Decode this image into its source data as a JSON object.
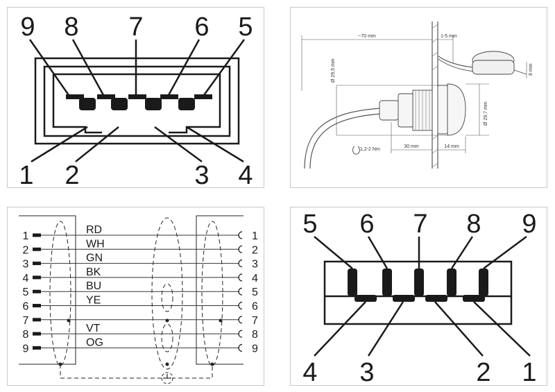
{
  "usb_a_top": {
    "top_labels": [
      "9",
      "8",
      "7",
      "6",
      "5"
    ],
    "bottom_labels": [
      "1",
      "2",
      "3",
      "4"
    ]
  },
  "mount_drawing": {
    "dims": {
      "len": "~70 mm",
      "gap": "1-5 mm",
      "dia_a": "Ø 29,5 mm",
      "dia_b": "Ø 29,7 mm",
      "torque": "1,2-2 Nm",
      "d30": "30 mm",
      "d14": "14 mm",
      "d8": "8 mm"
    }
  },
  "cable_wiring": {
    "left_pins": [
      "1",
      "2",
      "3",
      "4",
      "5",
      "6",
      "7",
      "8",
      "9"
    ],
    "right_pins": [
      "1",
      "2",
      "3",
      "4",
      "5",
      "6",
      "7",
      "8",
      "9"
    ],
    "wire_colors": [
      "RD",
      "WH",
      "GN",
      "BK",
      "BU",
      "YE",
      "",
      "VT",
      "OG"
    ]
  },
  "usb_a_bottom": {
    "top_labels": [
      "5",
      "6",
      "7",
      "8",
      "9"
    ],
    "bottom_labels": [
      "4",
      "3",
      "2",
      "1"
    ]
  }
}
